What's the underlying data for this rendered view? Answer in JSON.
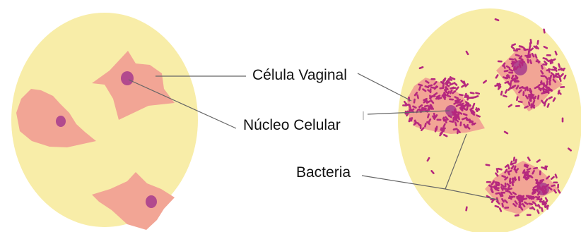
{
  "labels": {
    "vaginal_cell": "Célula Vaginal",
    "nucleus": "Núcleo Celular",
    "bacteria": "Bacteria"
  },
  "colors": {
    "field_background": "#f8eda8",
    "cell_cytoplasm": "#f2a595",
    "cell_nucleus": "#b24a8e",
    "bacteria": "#b5287e",
    "leader_line": "#666666",
    "label_text": "#111111"
  },
  "panels": {
    "left": {
      "description_hidden": true
    },
    "right": {
      "description_hidden": true
    }
  }
}
